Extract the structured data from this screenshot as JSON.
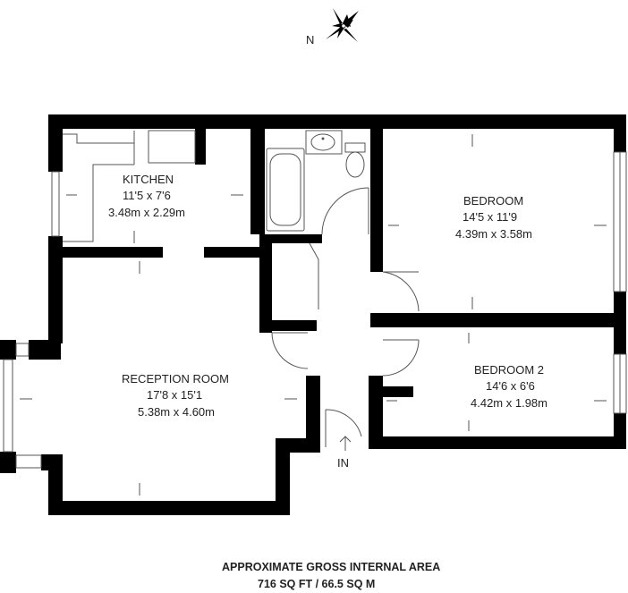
{
  "compass": {
    "north_label": "N",
    "icon": "compass-rose-icon"
  },
  "rooms": {
    "kitchen": {
      "name": "KITCHEN",
      "imperial": "11'5 x 7'6",
      "metric": "3.48m x 2.29m"
    },
    "bedroom": {
      "name": "BEDROOM",
      "imperial": "14'5 x 11'9",
      "metric": "4.39m x 3.58m"
    },
    "bedroom2": {
      "name": "BEDROOM 2",
      "imperial": "14'6 x 6'6",
      "metric": "4.42m x 1.98m"
    },
    "reception": {
      "name": "RECEPTION ROOM",
      "imperial": "17'8 x 15'1",
      "metric": "5.38m x 4.60m"
    }
  },
  "entrance": {
    "label": "IN"
  },
  "area": {
    "title": "APPROXIMATE GROSS INTERNAL AREA",
    "value": "716 SQ FT / 66.5 SQ M"
  },
  "colors": {
    "wall": "#000000",
    "line": "#555555",
    "text": "#222222",
    "background": "#ffffff"
  }
}
